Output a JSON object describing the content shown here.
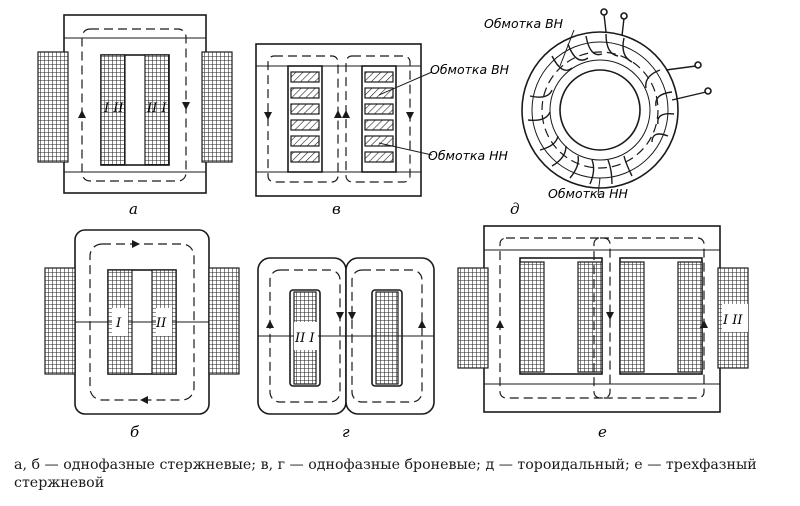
{
  "labels": {
    "a": "а",
    "b": "б",
    "v": "в",
    "g": "г",
    "d": "д",
    "e": "е"
  },
  "windings": {
    "vn": "Обмотка ВН",
    "nn": "Обмотка НН",
    "roman_I": "I",
    "roman_II": "II",
    "roman_I_II": "I II",
    "roman_II_I": "II I"
  },
  "caption": "а, б — однофазные стержневые; в, г — однофазные броневые; д — тороидальный; е — трехфазный стержневой"
}
